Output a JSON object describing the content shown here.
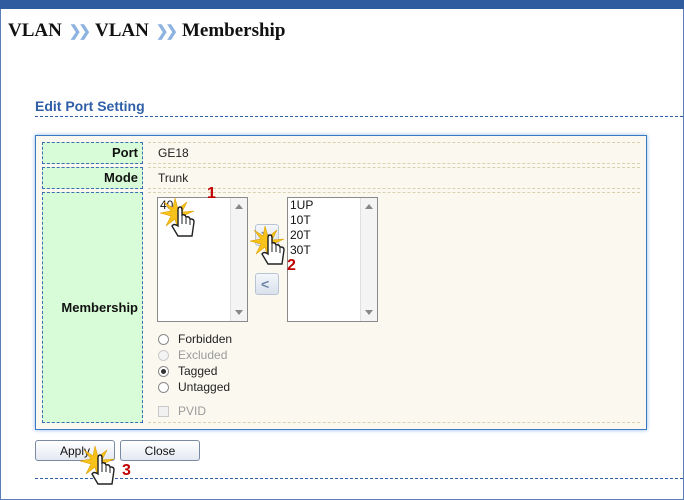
{
  "breadcrumb": {
    "items": [
      "VLAN",
      "VLAN",
      "Membership"
    ],
    "separator": "❯❯"
  },
  "section": {
    "title": "Edit Port Setting"
  },
  "form": {
    "port": {
      "label": "Port",
      "value": "GE18"
    },
    "mode": {
      "label": "Mode",
      "value": "Trunk"
    },
    "membership": {
      "label": "Membership",
      "available_list": [
        "40"
      ],
      "selected_list": [
        "1UP",
        "10T",
        "20T",
        "30T"
      ],
      "move_right_label": ">",
      "move_left_label": "<",
      "radios": [
        {
          "label": "Forbidden",
          "checked": false,
          "disabled": false
        },
        {
          "label": "Excluded",
          "checked": false,
          "disabled": true
        },
        {
          "label": "Tagged",
          "checked": true,
          "disabled": false
        },
        {
          "label": "Untagged",
          "checked": false,
          "disabled": false
        }
      ],
      "pvid_label": "PVID"
    }
  },
  "buttons": {
    "apply": "Apply",
    "close": "Close"
  },
  "annotations": {
    "step1": "1",
    "step2": "2",
    "step3": "3"
  },
  "colors": {
    "accent": "#2f5fa7",
    "label_bg": "#d8fcd8",
    "panel_bg": "#fbf9ef",
    "annotation": "#c00000"
  }
}
